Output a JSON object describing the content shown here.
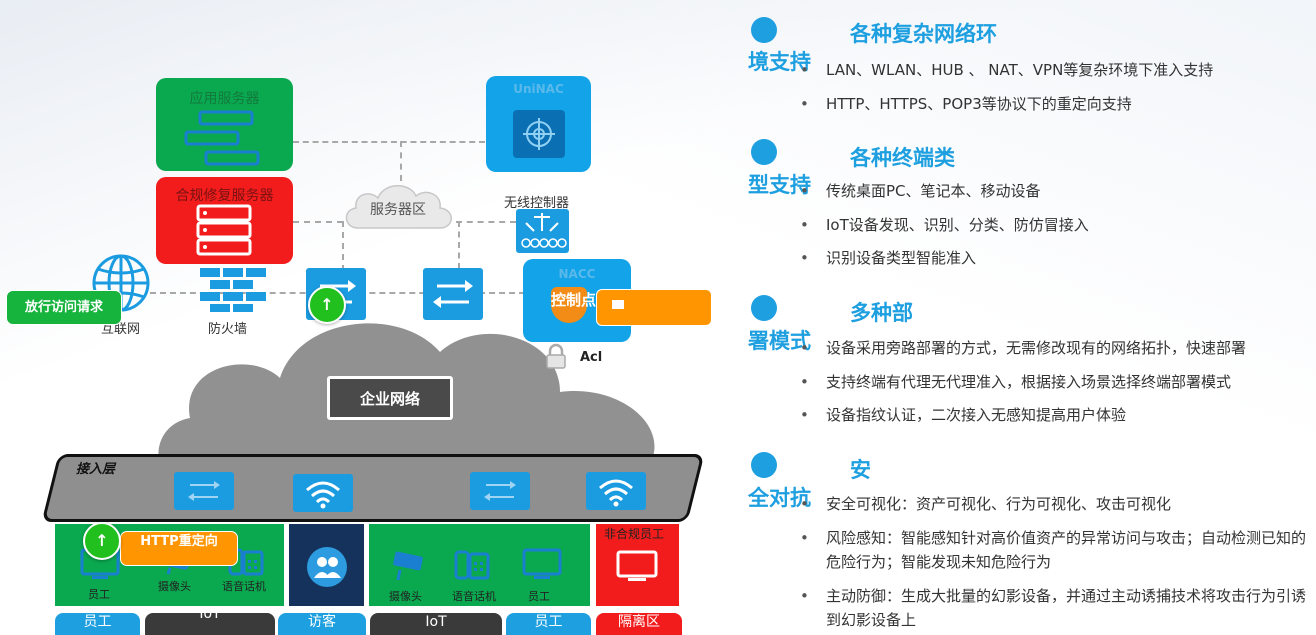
{
  "network": {
    "app_server": "应用服务器",
    "compliance_server": "合规修复服务器",
    "uninac": "UniNAC",
    "server_zone": "服务器区",
    "wireless_controller": "无线控制器",
    "nacc": "NACC",
    "control_point": "控制点",
    "acl": "Acl",
    "internet": "互联网",
    "firewall": "防火墙",
    "release_request": "放行访问请求",
    "enterprise_network": "企业网络",
    "access_layer": "接入层",
    "http_redirect": "HTTP重定向",
    "zones": [
      {
        "devices": [
          "员工",
          "摄像头",
          "语音话机"
        ],
        "tab": "员工",
        "tab2": "IoT"
      },
      {
        "devices": [],
        "tab": "访客"
      },
      {
        "devices": [
          "摄像头",
          "语音话机",
          "员工"
        ],
        "tab": "IoT",
        "tab2": "员工"
      },
      {
        "devices": [
          "非合规员工"
        ],
        "tab": "隔离区"
      }
    ]
  },
  "features": [
    {
      "title_a": "各种复杂网络环",
      "title_b": "境支持",
      "bullets": [
        "LAN、WLAN、HUB 、 NAT、VPN等复杂环境下准入支持",
        "HTTP、HTTPS、POP3等协议下的重定向支持"
      ]
    },
    {
      "title_a": "各种终端类",
      "title_b": "型支持",
      "bullets": [
        "传统桌面PC、笔记本、移动设备",
        "IoT设备发现、识别、分类、防仿冒接入",
        "识别设备类型智能准入"
      ]
    },
    {
      "title_a": "多种部",
      "title_b": "署模式",
      "bullets": [
        "设备采用旁路部署的方式，无需修改现有的网络拓扑，快速部署",
        "支持终端有代理无代理准入，根据接入场景选择终端部署模式",
        "设备指纹认证，二次接入无感知提高用户体验"
      ]
    },
    {
      "title_a": "安",
      "title_b": "全对抗",
      "bullets": [
        "安全可视化：资产可视化、行为可视化、攻击可视化",
        "风险感知：智能感知针对高价值资产的异常访问与攻击；自动检测已知的危险行为；智能发现未知危险行为",
        "主动防御：生成大批量的幻影设备，并通过主动诱捕技术将攻击行为引诱到幻影设备上"
      ]
    }
  ],
  "bullet_mark": "•",
  "arrow_up": "↑"
}
